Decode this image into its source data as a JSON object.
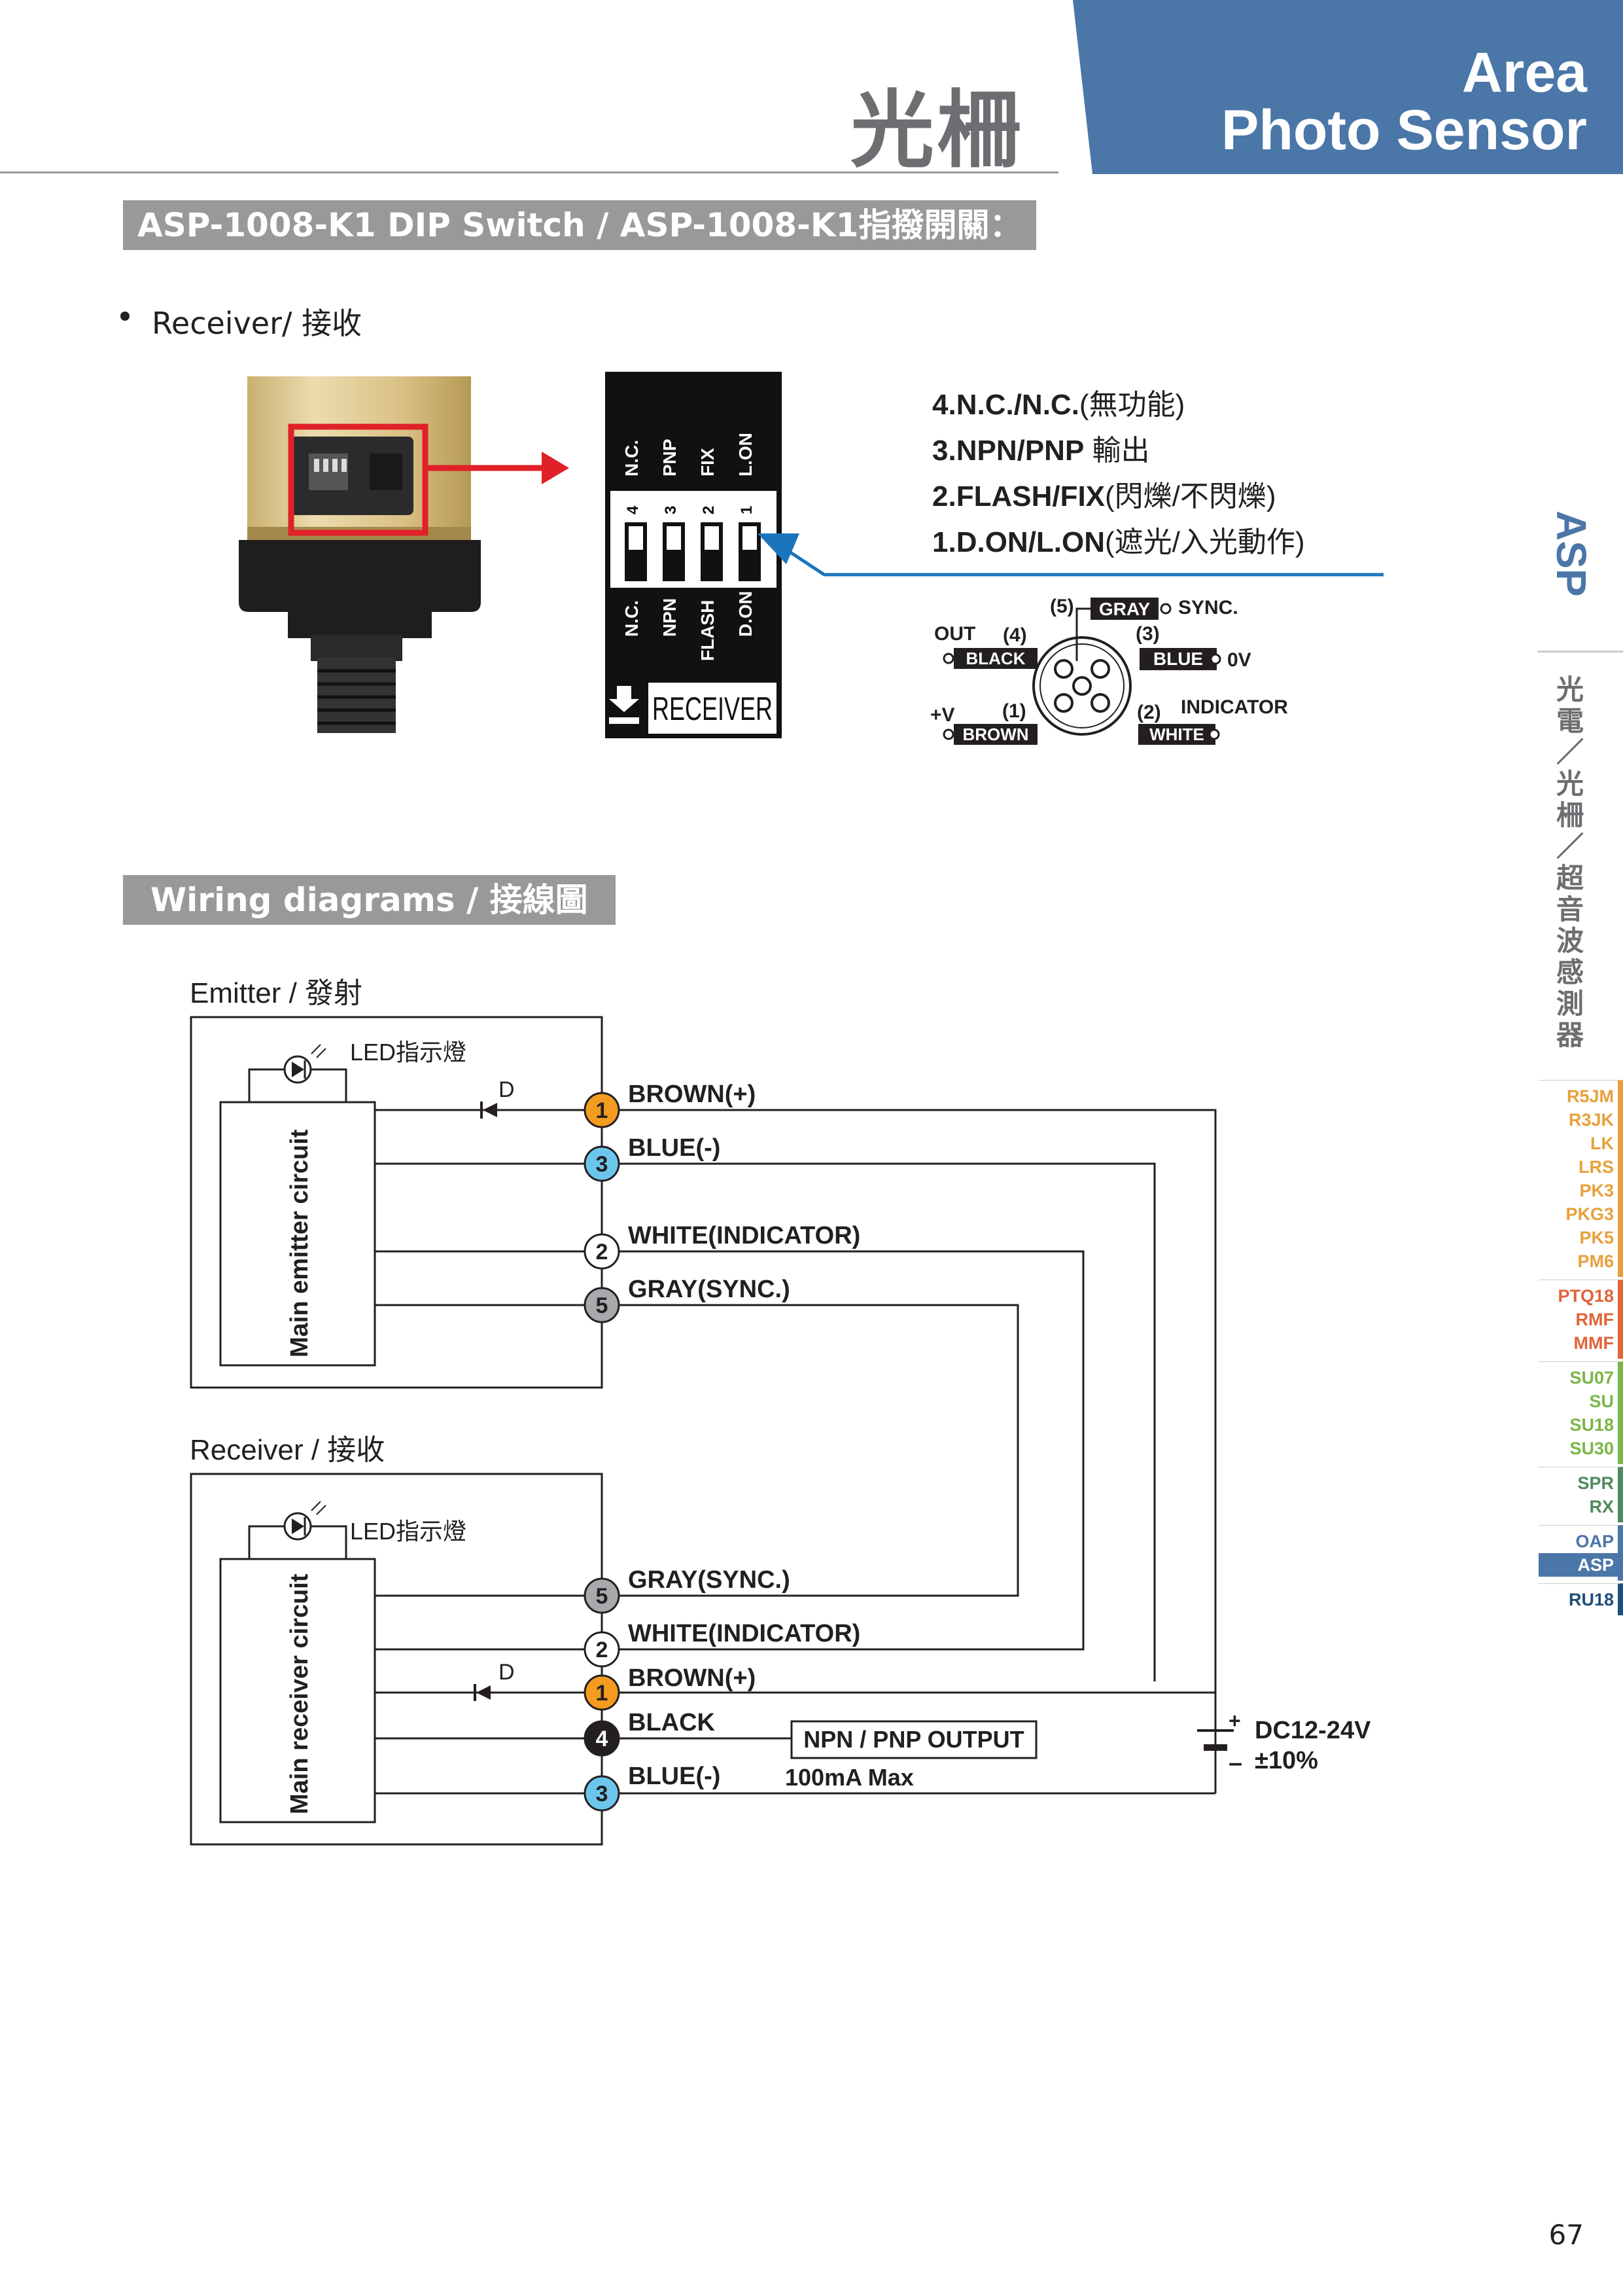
{
  "header": {
    "title_cn": "光柵",
    "banner_line1": "Area",
    "banner_line2": "Photo Sensor"
  },
  "section1": {
    "heading": "ASP-1008-K1 DIP Switch / ASP-1008-K1指撥開關：",
    "bullet": "Receiver/ 接收"
  },
  "dip_switch": {
    "top_labels": [
      "N.C.",
      "PNP",
      "FIX",
      "L.ON"
    ],
    "numbers": [
      "4",
      "3",
      "2",
      "1"
    ],
    "bottom_labels": [
      "N.C.",
      "NPN",
      "FLASH",
      "D.ON"
    ],
    "footer": "RECEIVER",
    "descriptions": [
      {
        "code": "4.N.C./N.C.",
        "text": "(無功能)"
      },
      {
        "code": "3.NPN/PNP",
        "text": " 輸出"
      },
      {
        "code": "2.FLASH/FIX",
        "text": "(閃爍/不閃爍)"
      },
      {
        "code": "1.D.ON/L.ON",
        "text": "(遮光/入光動作)"
      }
    ]
  },
  "connector": {
    "pin5": "(5)",
    "gray": "GRAY",
    "sync": "SYNC.",
    "out": "OUT",
    "pin4": "(4)",
    "black": "BLACK",
    "pin3": "(3)",
    "blue": "BLUE",
    "zero_v": "0V",
    "plus_v": "+V",
    "pin1": "(1)",
    "brown": "BROWN",
    "pin2": "(2)",
    "indicator": "INDICATOR",
    "white": "WHITE"
  },
  "section2": {
    "heading": "Wiring diagrams / 接線圖"
  },
  "emitter": {
    "title": "Emitter / 發射",
    "led": "LED指示燈",
    "diode": "D",
    "circuit": "Main emitter circuit",
    "wires": [
      {
        "pin": "1",
        "label": "BROWN(+)"
      },
      {
        "pin": "3",
        "label": "BLUE(-)"
      },
      {
        "pin": "2",
        "label": "WHITE(INDICATOR)"
      },
      {
        "pin": "5",
        "label": "GRAY(SYNC.)"
      }
    ]
  },
  "receiver": {
    "title": "Receiver / 接收",
    "led": "LED指示燈",
    "diode": "D",
    "circuit": "Main receiver circuit",
    "wires": [
      {
        "pin": "5",
        "label": "GRAY(SYNC.)"
      },
      {
        "pin": "2",
        "label": "WHITE(INDICATOR)"
      },
      {
        "pin": "1",
        "label": "BROWN(+)"
      },
      {
        "pin": "4",
        "label": "BLACK"
      },
      {
        "pin": "3",
        "label": "BLUE(-)"
      }
    ],
    "output_box": "NPN / PNP OUTPUT",
    "output_spec": "100mA Max",
    "supply_line1": "DC12-24V",
    "supply_line2": "±10%",
    "plus": "+",
    "minus": "–"
  },
  "sidebar": {
    "product": "ASP",
    "category_cn": "光電／光柵／超音波感測器",
    "groups": [
      {
        "color": "#e8a03c",
        "items": [
          "R5JM",
          "R3JK",
          "LK",
          "LRS",
          "PK3",
          "PKG3",
          "PK5",
          "PM6"
        ]
      },
      {
        "color": "#e2643a",
        "items": [
          "PTQ18",
          "RMF",
          "MMF"
        ]
      },
      {
        "color": "#7ab648",
        "items": [
          "SU07",
          "SU",
          "SU18",
          "SU30"
        ]
      },
      {
        "color": "#4f8a5b",
        "items": [
          "SPR",
          "RX"
        ]
      },
      {
        "color": "#4a76a8",
        "items": [
          "OAP",
          "ASP"
        ],
        "active": "ASP"
      },
      {
        "color": "#1f4e79",
        "items": [
          "RU18"
        ]
      }
    ]
  },
  "page_number": "67",
  "colors": {
    "banner": "#4a76a8",
    "section_bar": "#999999",
    "brown_pin": "#f39c1f",
    "blue_pin": "#6cc6ec",
    "white_pin": "#ffffff",
    "gray_pin": "#a7a9ac",
    "black_pin": "#231f20",
    "arrow_red": "#e02127",
    "arrow_blue": "#1b75bc"
  }
}
